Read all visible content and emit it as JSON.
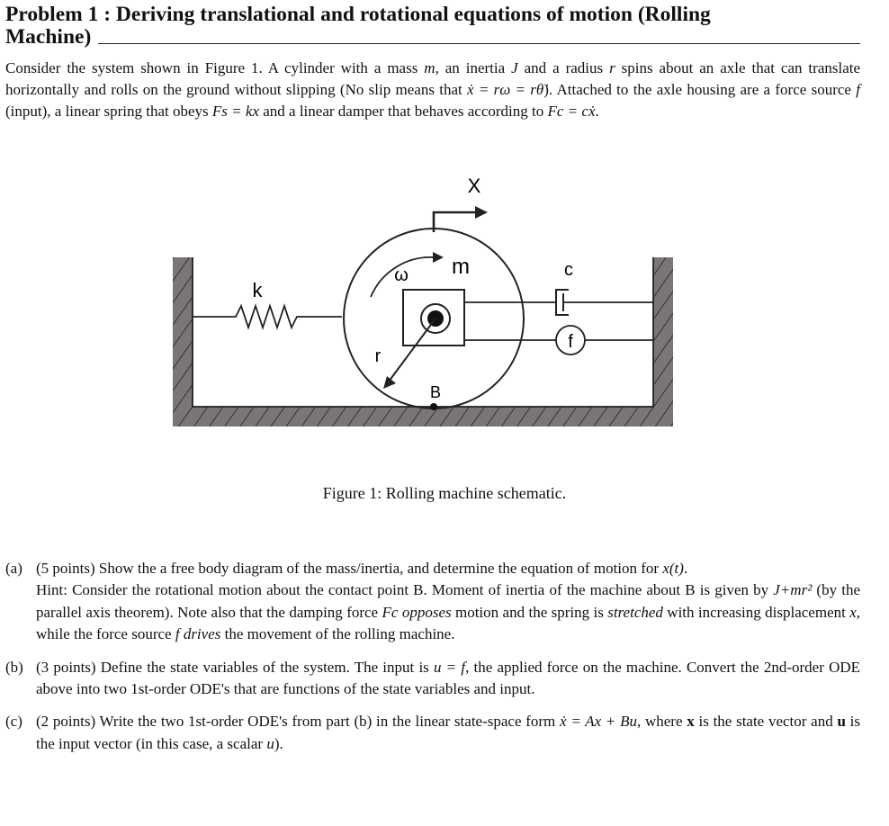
{
  "heading": {
    "line1": "Problem 1 : Deriving translational and rotational equations of motion (Rolling",
    "line2": "Machine)"
  },
  "intro": {
    "s1": "Consider the system shown in Figure 1. A cylinder with a mass ",
    "m": "m",
    "s2": ", an inertia ",
    "J": "J",
    "s3": " and a radius ",
    "r": "r",
    "s4": " spins about an axle that can translate horizontally and rolls on the ground without slipping (No slip means that ",
    "noslip": "ẋ = rω = rθ̇",
    "s5": "). Attached to the axle housing are a force source ",
    "f": "f",
    "s6": " (input), a linear spring that obeys ",
    "spring_eq": "Fs = kx",
    "s7": " and a linear damper that behaves according to ",
    "damper_eq": "Fc = cẋ",
    "s8": "."
  },
  "figure": {
    "label_X": "X",
    "label_m": "m",
    "label_omega": "ω",
    "label_k": "k",
    "label_c": "c",
    "label_f": "f",
    "label_r": "r",
    "label_B": "B",
    "caption": "Figure 1: Rolling machine schematic."
  },
  "parts": [
    {
      "label": "(a)",
      "t1": "(5 points) Show the a free body diagram of the mass/inertia, and determine the equation of motion for ",
      "xt": "x(t)",
      "t2": ".",
      "hint1": "Hint: Consider the rotational motion about the contact point B. Moment of inertia of the machine about B is given by ",
      "inertia": "J+mr²",
      "hint2": " (by the parallel axis theorem). Note also that the damping force ",
      "Fc": "Fc",
      "opposes": "opposes",
      "hint3": " motion and the spring is ",
      "stretched": "stretched",
      "hint4": " with increasing displacement ",
      "x": "x",
      "hint5": ", while the force source ",
      "f": "f",
      "drives": "drives",
      "hint6": " the movement of the rolling machine."
    },
    {
      "label": "(b)",
      "t1": "(3 points) Define the state variables of the system. The input is ",
      "ueq": "u = f",
      "t2": ", the applied force on the machine. Convert the 2nd-order ODE above into two 1st-order ODE's that are functions of the state variables and input."
    },
    {
      "label": "(c)",
      "t1": "(2 points) Write the two 1st-order ODE's from part (b) in the linear state-space form ",
      "ss": "ẋ = Ax + Bu",
      "t2": ", where ",
      "xv": "x",
      "t3": " is the state vector and ",
      "uv": "u",
      "t4": " is the input vector (in this case, a scalar ",
      "u": "u",
      "t5": ")."
    }
  ]
}
